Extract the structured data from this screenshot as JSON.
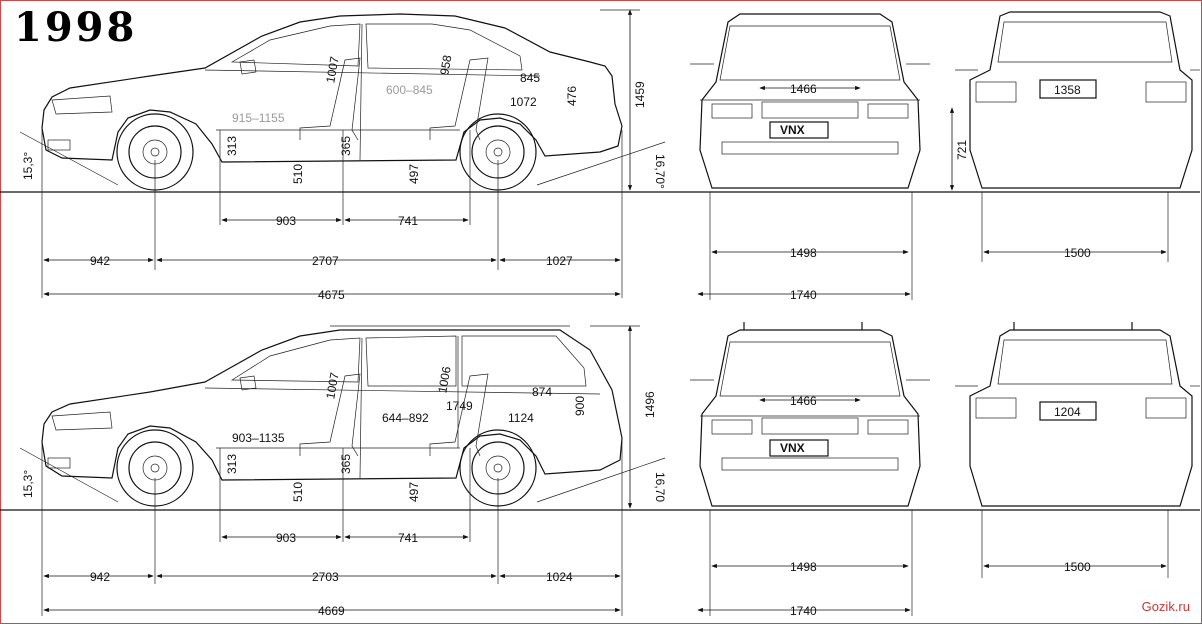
{
  "year_label": "1998",
  "watermark": "Gozik.ru",
  "sedan": {
    "height": "1459",
    "overhang_front": "942",
    "wheelbase": "2707",
    "overhang_rear": "1027",
    "length": "4675",
    "front_seat_leg": "903",
    "rear_seat_leg": "741",
    "approach_angle": "15,3°",
    "departure_angle": "16,70°",
    "front_headroom": "1007",
    "rear_headroom": "958",
    "trunk_opening_w": "845",
    "trunk_opening_h": "476",
    "trunk_length": "1072",
    "front_seat_adjust": "915–1155",
    "rear_knee": "600–845",
    "seat_height_front": "313",
    "seat_height_rear": "365",
    "floor_front": "510",
    "floor_rear": "497",
    "front_track": "1466",
    "rear_track_inner": "1358",
    "rear_height_label": "721",
    "front_track_lower": "1498",
    "rear_track_lower": "1500",
    "width": "1740",
    "plate": "VNX"
  },
  "wagon": {
    "height": "1496",
    "overhang_front": "942",
    "wheelbase": "2703",
    "overhang_rear": "1024",
    "length": "4669",
    "front_seat_leg": "903",
    "rear_seat_leg": "741",
    "approach_angle": "15,3°",
    "departure_angle": "16,70",
    "front_headroom": "1007",
    "rear_headroom": "1006",
    "cargo_opening_w": "874",
    "cargo_opening_h": "900",
    "cargo_length_rear": "1124",
    "cargo_length_full": "1749",
    "front_seat_adjust": "903–1135",
    "rear_knee": "644–892",
    "seat_height_front": "313",
    "seat_height_rear": "365",
    "floor_front": "510",
    "floor_rear": "497",
    "front_track": "1466",
    "rear_track_inner": "1204",
    "front_track_lower": "1498",
    "rear_track_lower": "1500",
    "width": "1740",
    "plate": "VNX"
  }
}
